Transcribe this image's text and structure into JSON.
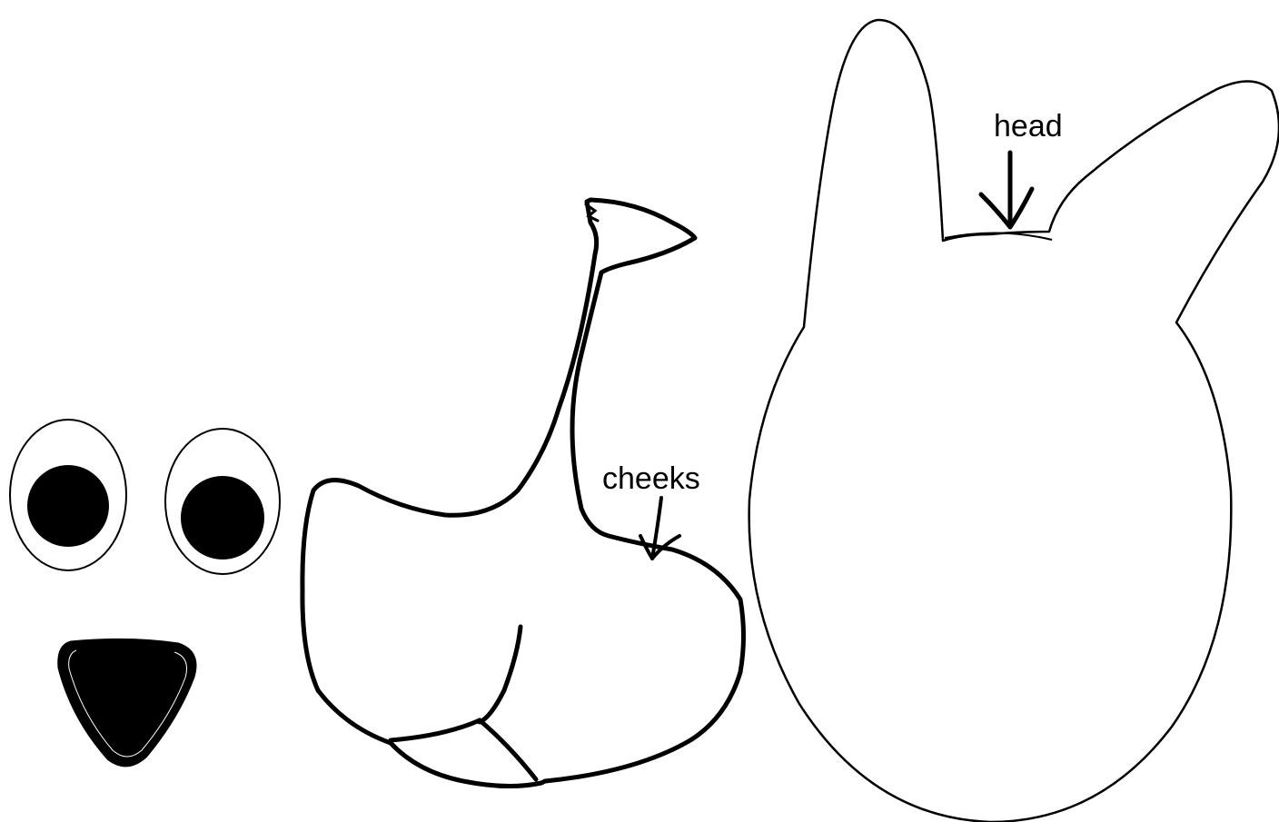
{
  "labels": {
    "head": "head",
    "cheeks": "cheeks"
  },
  "pieces": {
    "eyes": {
      "count": 2,
      "icon": "googly-eye-icon"
    },
    "nose": {
      "icon": "triangle-nose-icon"
    },
    "cheeks": {
      "icon": "cheeks-outline-icon"
    },
    "head": {
      "icon": "head-with-ears-outline-icon"
    }
  },
  "colors": {
    "outline": "#000000",
    "fill": "#ffffff",
    "pupil": "#000000"
  }
}
